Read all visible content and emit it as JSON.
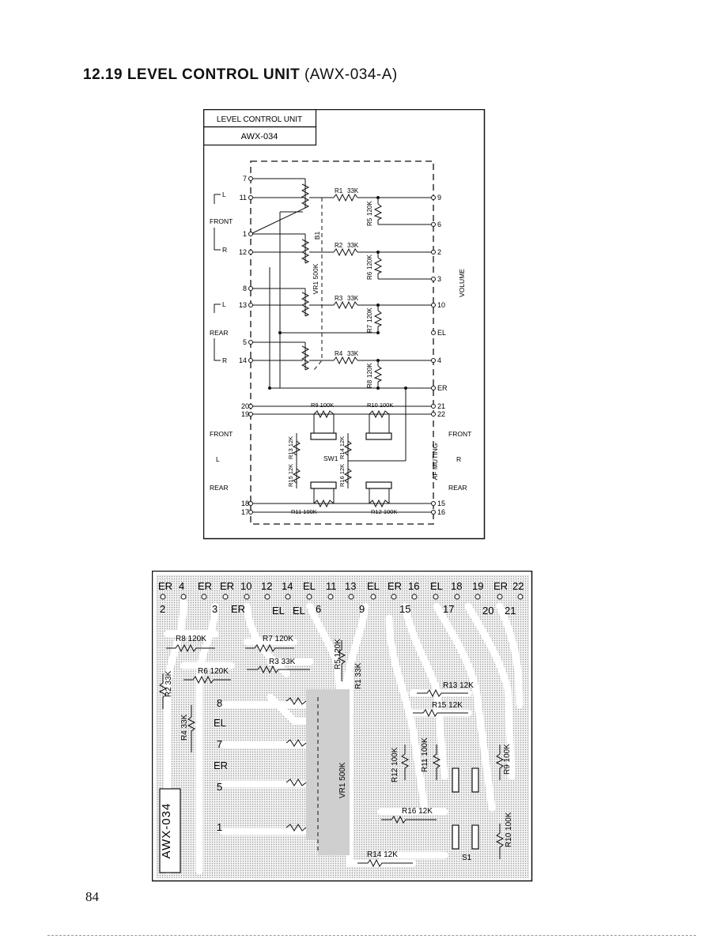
{
  "page": {
    "section_number": "12.19",
    "section_title": "LEVEL CONTROL UNIT",
    "model_code": "(AWX-034-A)",
    "page_number": "84"
  },
  "schematic": {
    "box_title": "LEVEL CONTROL UNIT",
    "box_model": "AWX-034",
    "left_terminals": [
      "7",
      "11",
      "1",
      "12",
      "8",
      "13",
      "5",
      "14",
      "20",
      "19",
      "18",
      "17"
    ],
    "right_terminals": [
      "9",
      "6",
      "2",
      "3",
      "10",
      "EL",
      "4",
      "ER",
      "21",
      "22",
      "15",
      "16"
    ],
    "channel_labels": {
      "front": "FRONT",
      "rear": "REAR",
      "l": "L",
      "r": "R",
      "volume": "VOLUME",
      "af_muting": "AF MUTING",
      "sw": "SW1",
      "pot": "VR1 500K",
      "b1": "B1"
    },
    "resistors_main": [
      {
        "ref": "R1",
        "value": "33K"
      },
      {
        "ref": "R2",
        "value": "33K"
      },
      {
        "ref": "R3",
        "value": "33K"
      },
      {
        "ref": "R4",
        "value": "33K"
      }
    ],
    "resistors_shunt": [
      {
        "ref": "R5",
        "value": "120K"
      },
      {
        "ref": "R6",
        "value": "120K"
      },
      {
        "ref": "R7",
        "value": "120K"
      },
      {
        "ref": "R8",
        "value": "120K"
      }
    ],
    "resistors_muting": [
      {
        "label": "R9 100K"
      },
      {
        "label": "R10 100K"
      },
      {
        "label": "R11 100K"
      },
      {
        "label": "R12 100K"
      },
      {
        "label": "R13 12K"
      },
      {
        "label": "R14 12K"
      },
      {
        "label": "R15 12K"
      },
      {
        "label": "R16 12K"
      }
    ]
  },
  "pcb": {
    "board_label": "AWX-034",
    "top_terminals": [
      "ER",
      "4",
      "ER",
      "ER",
      "10",
      "12",
      "14",
      "EL",
      "11",
      "13",
      "EL",
      "ER",
      "16",
      "EL",
      "18",
      "19",
      "ER",
      "22"
    ],
    "second_row": [
      "2",
      "3",
      "ER",
      "EL",
      "EL",
      "6",
      "9",
      "15",
      "17",
      "20",
      "21"
    ],
    "side_terminals": [
      "8",
      "EL",
      "7",
      "ER",
      "5",
      "1"
    ],
    "parts": [
      {
        "label": "R8 120K"
      },
      {
        "label": "R7 120K"
      },
      {
        "label": "R3 33K"
      },
      {
        "label": "R6 120K"
      },
      {
        "label": "R2 33K"
      },
      {
        "label": "R4 33K"
      },
      {
        "label": "R5 120K"
      },
      {
        "label": "R1 33K"
      },
      {
        "label": "R13 12K"
      },
      {
        "label": "R15 12K"
      },
      {
        "label": "R12 100K"
      },
      {
        "label": "R11 100K"
      },
      {
        "label": "R9 100K"
      },
      {
        "label": "R16 12K"
      },
      {
        "label": "R10 100K"
      },
      {
        "label": "R14 12K"
      },
      {
        "label": "VR1 500K"
      },
      {
        "label": "S1"
      }
    ]
  }
}
